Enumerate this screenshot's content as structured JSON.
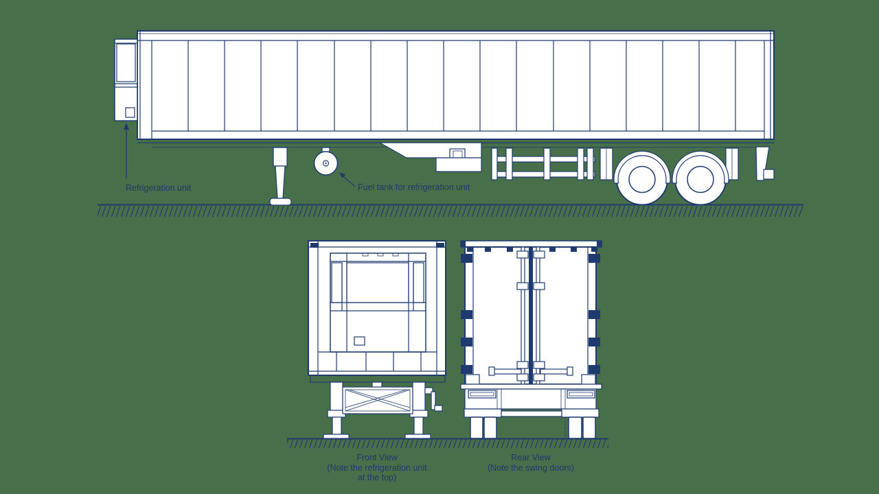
{
  "colors": {
    "background": "#47704a",
    "line": "#1e3a6e",
    "fill": "#ffffff"
  },
  "side_view": {
    "labels": {
      "refrigeration_unit": "Refrigeration unit",
      "fuel_tank": "Fuel tank for refrigeration unit"
    }
  },
  "front_view": {
    "caption": [
      "Front View",
      "(Note the refrigeration unit",
      "at the top)"
    ]
  },
  "rear_view": {
    "caption": [
      "Rear View",
      "(Note the swing doors)"
    ]
  }
}
